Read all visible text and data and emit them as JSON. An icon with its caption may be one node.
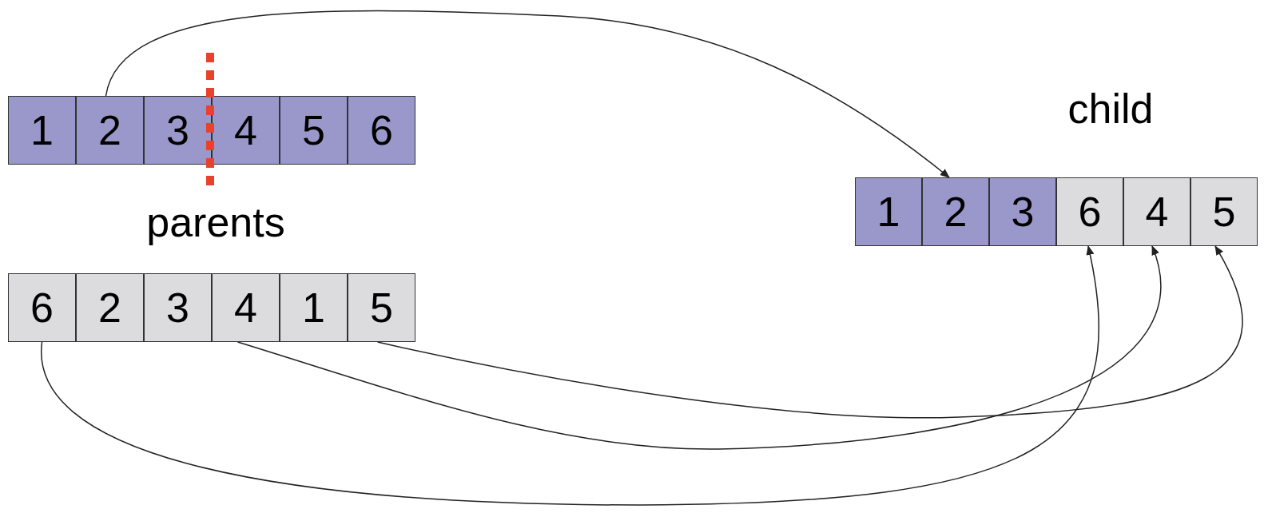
{
  "diagram": {
    "nodes": [
      {
        "text": [
          "1"
        ]
      },
      {
        "text": [
          "2"
        ]
      },
      {
        "text": [
          "3"
        ]
      },
      {
        "text": [
          "4"
        ]
      },
      {
        "text": [
          "5"
        ]
      },
      {
        "text": [
          "6"
        ]
      },
      {
        "text": [
          "6"
        ]
      },
      {
        "text": [
          "2"
        ]
      },
      {
        "text": [
          "3"
        ]
      },
      {
        "text": [
          "4"
        ]
      },
      {
        "text": [
          "1"
        ]
      },
      {
        "text": [
          "5"
        ]
      },
      {
        "text": [
          "1"
        ]
      },
      {
        "text": [
          "2"
        ]
      },
      {
        "text": [
          "3"
        ]
      },
      {
        "text": [
          "6"
        ]
      },
      {
        "text": [
          "4"
        ]
      },
      {
        "text": [
          "5"
        ]
      }
    ],
    "edges": [
      {
        "from": 1,
        "to": 13,
        "arrow": "to"
      },
      {
        "from": 6,
        "to": 15,
        "arrow": "to"
      },
      {
        "from": 9,
        "to": 16,
        "arrow": "to"
      },
      {
        "from": 11,
        "to": 17,
        "arrow": "to"
      }
    ],
    "labels": [
      "parents",
      "child"
    ]
  }
}
